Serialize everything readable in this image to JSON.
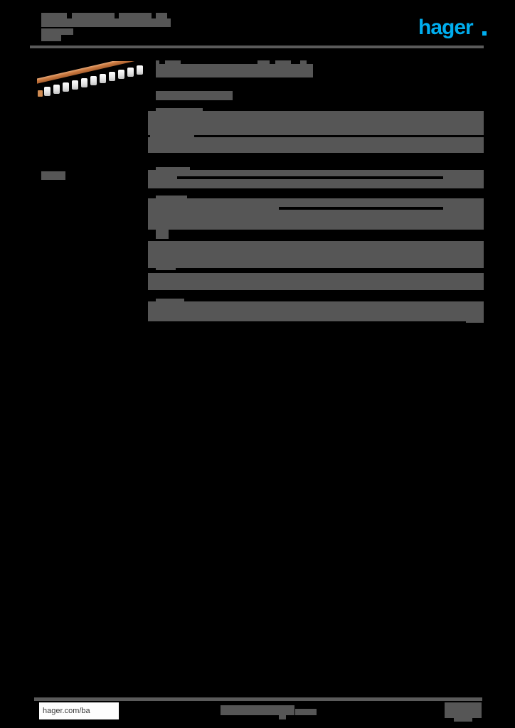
{
  "document": {
    "kind": "product-datasheet",
    "redacted": true,
    "brand": "hager",
    "brand_color": "#00AEEF",
    "redaction_color": "#565656",
    "page_background": "#000000"
  },
  "header": {
    "title_line1_redacted": "",
    "title_line2_redacted": "",
    "reference_redacted": "",
    "logo_text": "hager"
  },
  "product_image": {
    "alt": "copper comb busbar with white insulated teeth",
    "copper_color": "#c9783f",
    "tooth_color": "#ffffff"
  },
  "main": {
    "title_redacted": "",
    "subtitle_redacted": "",
    "left_label_redacted": "",
    "groups": [
      {
        "name": "group-1",
        "rows": [
          {
            "label_redacted": "",
            "value_redacted": "",
            "has_leader": false
          },
          {
            "label_redacted": "",
            "value_redacted": "",
            "has_leader": false
          },
          {
            "label_redacted": "",
            "value_redacted": "",
            "has_leader": false
          }
        ]
      },
      {
        "name": "group-2",
        "rows": [
          {
            "label_redacted": "",
            "value_redacted": "",
            "has_leader": true
          }
        ]
      },
      {
        "name": "group-3",
        "rows": [
          {
            "label_redacted": "",
            "value_redacted": "",
            "has_leader": true
          },
          {
            "label_redacted": "",
            "value_redacted": "",
            "has_leader": false
          },
          {
            "label_redacted": "",
            "value_redacted": "",
            "has_leader": false
          },
          {
            "label_redacted": "",
            "value_redacted": "",
            "has_leader": false
          },
          {
            "label_redacted": "",
            "value_redacted": "",
            "has_leader": false
          }
        ]
      },
      {
        "name": "group-4",
        "rows": [
          {
            "label_redacted": "",
            "value_redacted": "",
            "has_leader": false
          }
        ]
      }
    ]
  },
  "footer": {
    "url": "hager.com/ba",
    "center_redacted": "",
    "right_redacted": ""
  }
}
